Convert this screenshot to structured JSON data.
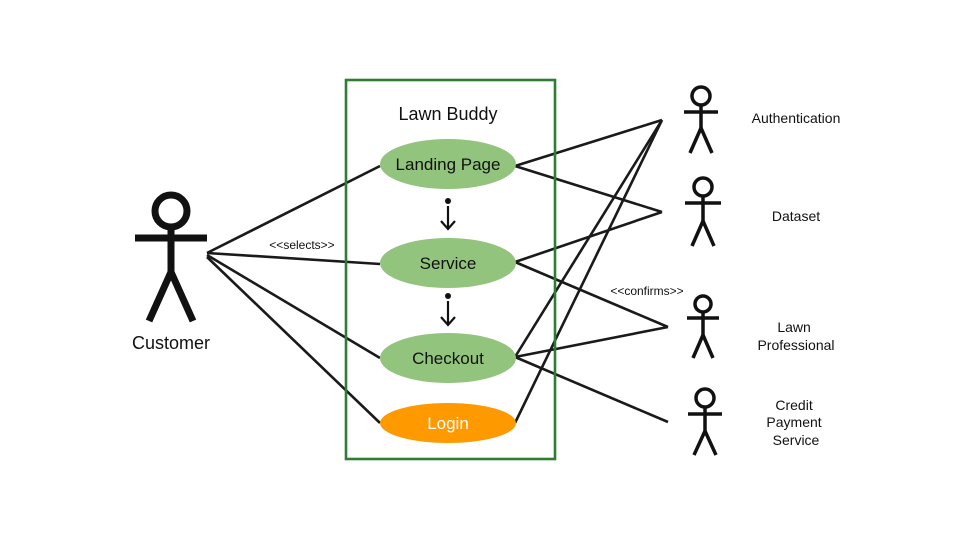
{
  "system": {
    "title": "Lawn Buddy",
    "border_color": "#2e7d32"
  },
  "colors": {
    "usecase_fill": "#93c47d",
    "login_fill": "#ff9900",
    "usecase_text": "#111111",
    "login_text": "#ffffff"
  },
  "use_cases": {
    "landing": "Landing Page",
    "service": "Service",
    "checkout": "Checkout",
    "login": "Login"
  },
  "actors": {
    "customer": "Customer",
    "authentication": "Authentication",
    "dataset": "Dataset",
    "lawn_professional": [
      "Lawn",
      "Professional"
    ],
    "credit_payment": [
      "Credit",
      "Payment",
      "Service"
    ]
  },
  "stereotypes": {
    "selects": "<<selects>>",
    "confirms": "<<confirms>>"
  }
}
